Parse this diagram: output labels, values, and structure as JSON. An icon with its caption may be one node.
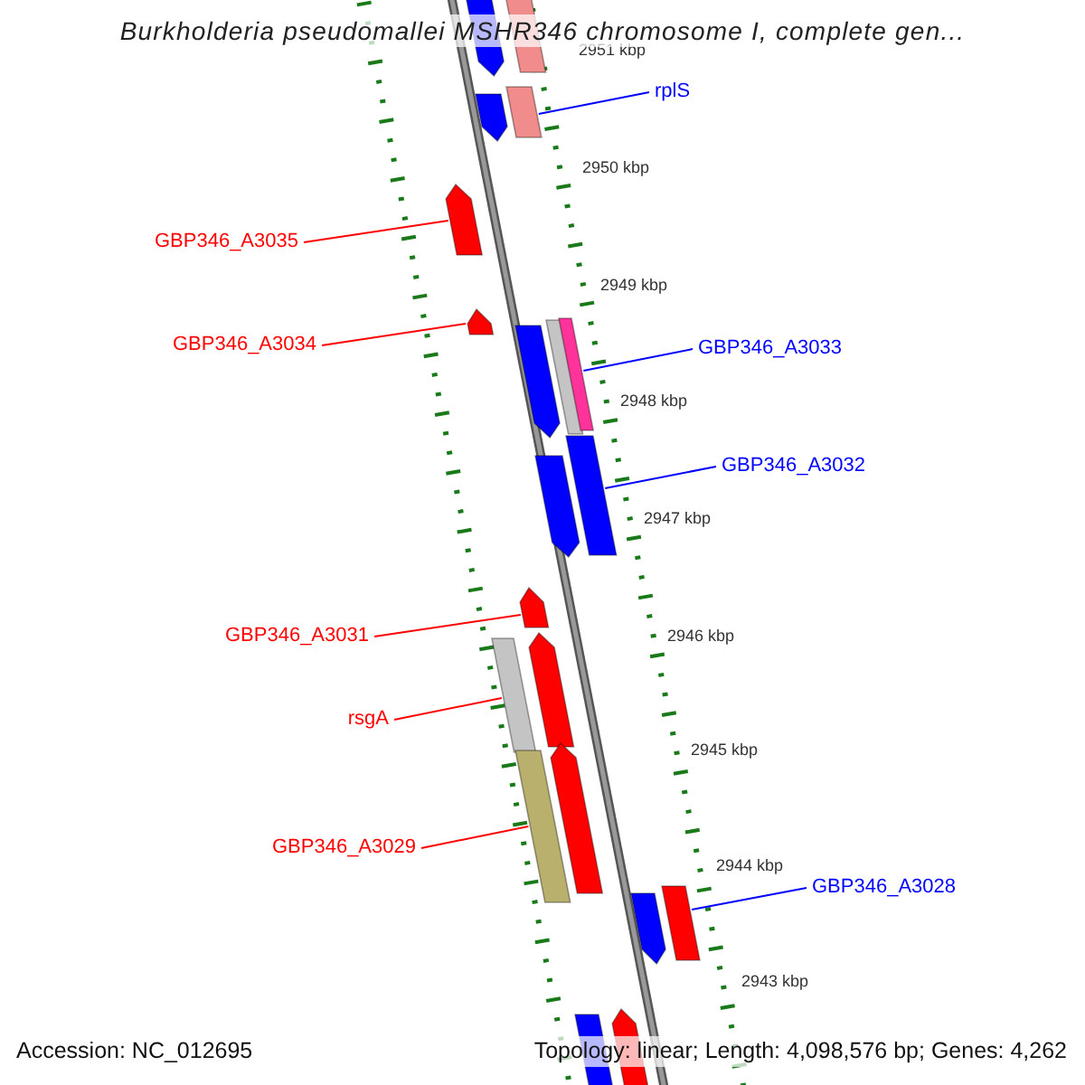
{
  "diagram": {
    "title": "Burkholderia pseudomallei MSHR346 chromosome I, complete gen...",
    "nodes": [
      {
        "text": [
          "rplS"
        ]
      },
      {
        "text": [
          "GBP346_A3035"
        ]
      },
      {
        "text": [
          "GBP346_A3034"
        ]
      },
      {
        "text": [
          "GBP346_A3033"
        ]
      },
      {
        "text": [
          "GBP346_A3032"
        ]
      },
      {
        "text": [
          "GBP346_A3031"
        ]
      },
      {
        "text": [
          "rsgA"
        ]
      },
      {
        "text": [
          "GBP346_A3029"
        ]
      },
      {
        "text": [
          "GBP346_A3028"
        ]
      },
      {
        "text": [],
        "shape": "arrow"
      },
      {
        "text": [],
        "shape": "bar"
      },
      {
        "text": [],
        "shape": "arrow"
      },
      {
        "text": [],
        "shape": "bar"
      },
      {
        "text": [],
        "shape": "arrow"
      },
      {
        "text": [],
        "shape": "arrow"
      },
      {
        "text": [],
        "shape": "arrow"
      },
      {
        "text": [],
        "shape": "bar"
      },
      {
        "text": [],
        "shape": "bar"
      },
      {
        "text": [],
        "shape": "arrow"
      },
      {
        "text": [],
        "shape": "bar"
      },
      {
        "text": [],
        "shape": "arrow"
      },
      {
        "text": [],
        "shape": "bar"
      },
      {
        "text": [],
        "shape": "arrow"
      },
      {
        "text": [],
        "shape": "bar"
      },
      {
        "text": [],
        "shape": "arrow"
      },
      {
        "text": [],
        "shape": "arrow"
      },
      {
        "text": [],
        "shape": "bar"
      },
      {
        "text": [],
        "shape": "bar"
      },
      {
        "text": [],
        "shape": "arrow"
      }
    ],
    "edges": [
      {
        "from": 0,
        "to": 12,
        "arrow": "none",
        "color": "#0000ff"
      },
      {
        "from": 1,
        "to": 13,
        "arrow": "none"
      },
      {
        "from": 2,
        "to": 14,
        "arrow": "none"
      },
      {
        "from": 3,
        "to": 17,
        "arrow": "none",
        "color": "#0000ff"
      },
      {
        "from": 4,
        "to": 19,
        "arrow": "none",
        "color": "#0000ff"
      },
      {
        "from": 5,
        "to": 20,
        "arrow": "none"
      },
      {
        "from": 6,
        "to": 21,
        "arrow": "none"
      },
      {
        "from": 7,
        "to": 23,
        "arrow": "none"
      },
      {
        "from": 8,
        "to": 26,
        "arrow": "none",
        "color": "#0000ff"
      }
    ],
    "labels": [
      "2951 kbp",
      "2950 kbp",
      "2949 kbp",
      "2948 kbp",
      "2947 kbp",
      "2946 kbp",
      "2945 kbp",
      "2944 kbp",
      "2943 kbp",
      "Accession: NC_012695",
      "Topology: linear; Length: 4,098,576 bp; Genes: 4,262"
    ]
  }
}
